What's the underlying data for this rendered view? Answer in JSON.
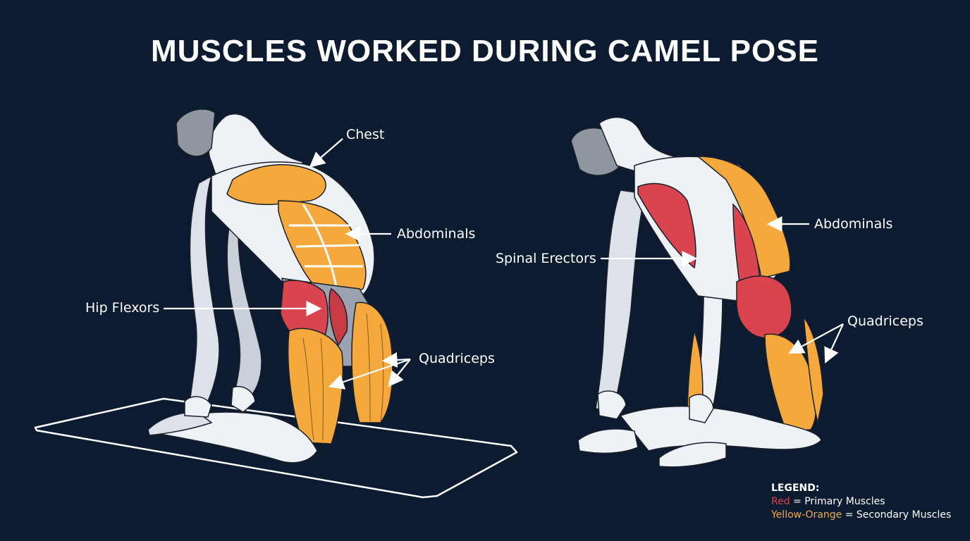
{
  "title": "MUSCLES WORKED DURING CAMEL POSE",
  "colors": {
    "background": "#0d1b30",
    "primary_muscle": "#d9444e",
    "secondary_muscle": "#f5a93c",
    "skin": "#eef1f6",
    "hair": "#8e969f",
    "label_text": "#ffffff"
  },
  "left_figure": {
    "view": "front",
    "labels": {
      "chest": "Chest",
      "abdominals": "Abdominals",
      "hip_flexors": "Hip Flexors",
      "quadriceps": "Quadriceps"
    }
  },
  "right_figure": {
    "view": "back",
    "labels": {
      "abdominals": "Abdominals",
      "spinal_erectors": "Spinal Erectors",
      "quadriceps": "Quadriceps"
    }
  },
  "legend": {
    "heading": "LEGEND:",
    "primary_color_name": "Red",
    "primary_text": " = Primary Muscles",
    "secondary_color_name": "Yellow-Orange",
    "secondary_text": " = Secondary Muscles"
  }
}
